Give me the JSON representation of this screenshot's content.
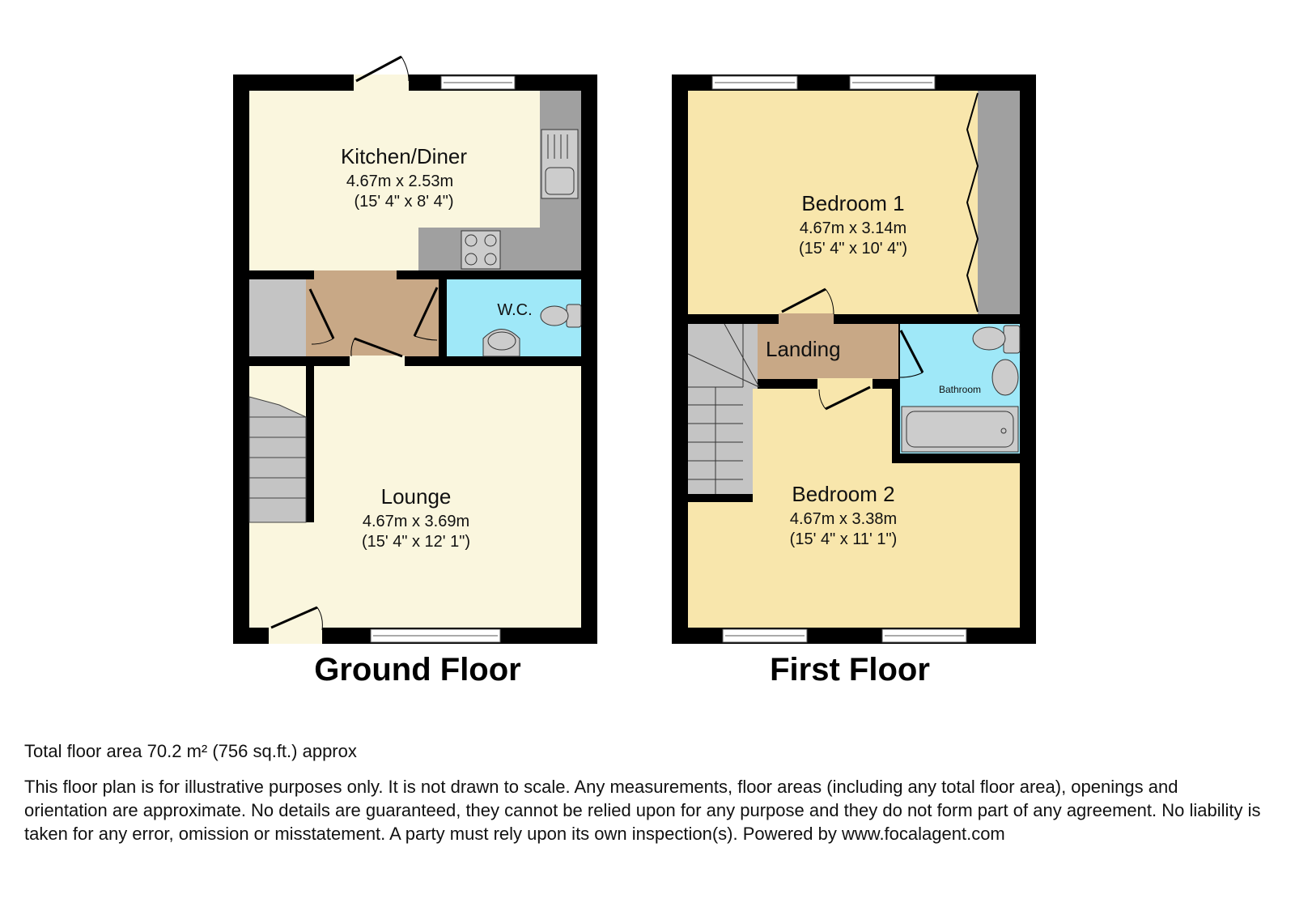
{
  "ground_floor": {
    "title": "Ground Floor",
    "rooms": [
      {
        "name": "Kitchen/Diner",
        "metric": "4.67m x 2.53m",
        "imperial": "(15' 4\" x 8' 4\")"
      },
      {
        "name": "W.C."
      },
      {
        "name": "Lounge",
        "metric": "4.67m x 3.69m",
        "imperial": "(15' 4\" x 12' 1\")"
      }
    ]
  },
  "first_floor": {
    "title": "First Floor",
    "rooms": [
      {
        "name": "Bedroom 1",
        "metric": "4.67m x 3.14m",
        "imperial": "(15' 4\" x 10' 4\")"
      },
      {
        "name": "Landing"
      },
      {
        "name": "Bathroom"
      },
      {
        "name": "Bedroom 2",
        "metric": "4.67m x 3.38m",
        "imperial": "(15' 4\" x 11' 1\")"
      }
    ]
  },
  "footer": {
    "total_area": "Total floor area 70.2 m² (756 sq.ft.) approx",
    "disclaimer": "This floor plan is for illustrative purposes only. It is not drawn to scale. Any measurements, floor areas (including any total floor area), openings and orientation are approximate. No details are guaranteed, they cannot be relied upon for any purpose and they do not form part of any agreement. No liability is taken for any error, omission or misstatement. A party must rely upon its own inspection(s). Powered by www.focalagent.com"
  },
  "colors": {
    "wall": "#000000",
    "kitchen_lounge": "#faf6de",
    "bedroom": "#f8e6ac",
    "hall": "#c8a886",
    "wet_room": "#9fe8f8",
    "units": "#a0a0a0",
    "cupboard": "#c4c4c4"
  }
}
